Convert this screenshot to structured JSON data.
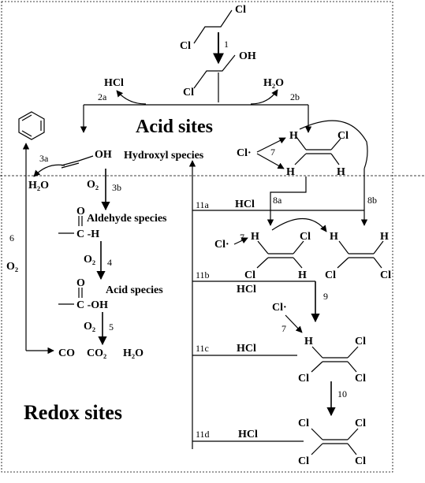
{
  "scheme": {
    "regions": {
      "acid": "Acid sites",
      "redox": "Redox sites",
      "hydroxyl": "Hydroxyl species",
      "aldehyde": "Aldehyde species",
      "acid_species": "Acid species"
    },
    "reagents": {
      "hcl": "HCl",
      "h2o": "H₂O",
      "o2": "O₂",
      "cl": "Cl",
      "h": "H",
      "oh": "OH",
      "c_h": "C -H",
      "c_oh": "C -OH",
      "o": "O",
      "cl_radical": "Cl·"
    },
    "products": {
      "co": "CO",
      "co2": "CO₂",
      "h2o": "H₂O"
    },
    "steps": [
      "1",
      "2a",
      "2b",
      "3a",
      "3b",
      "4",
      "5",
      "6",
      "7",
      "8a",
      "8b",
      "9",
      "10",
      "11a",
      "11b",
      "11c",
      "11d"
    ]
  }
}
